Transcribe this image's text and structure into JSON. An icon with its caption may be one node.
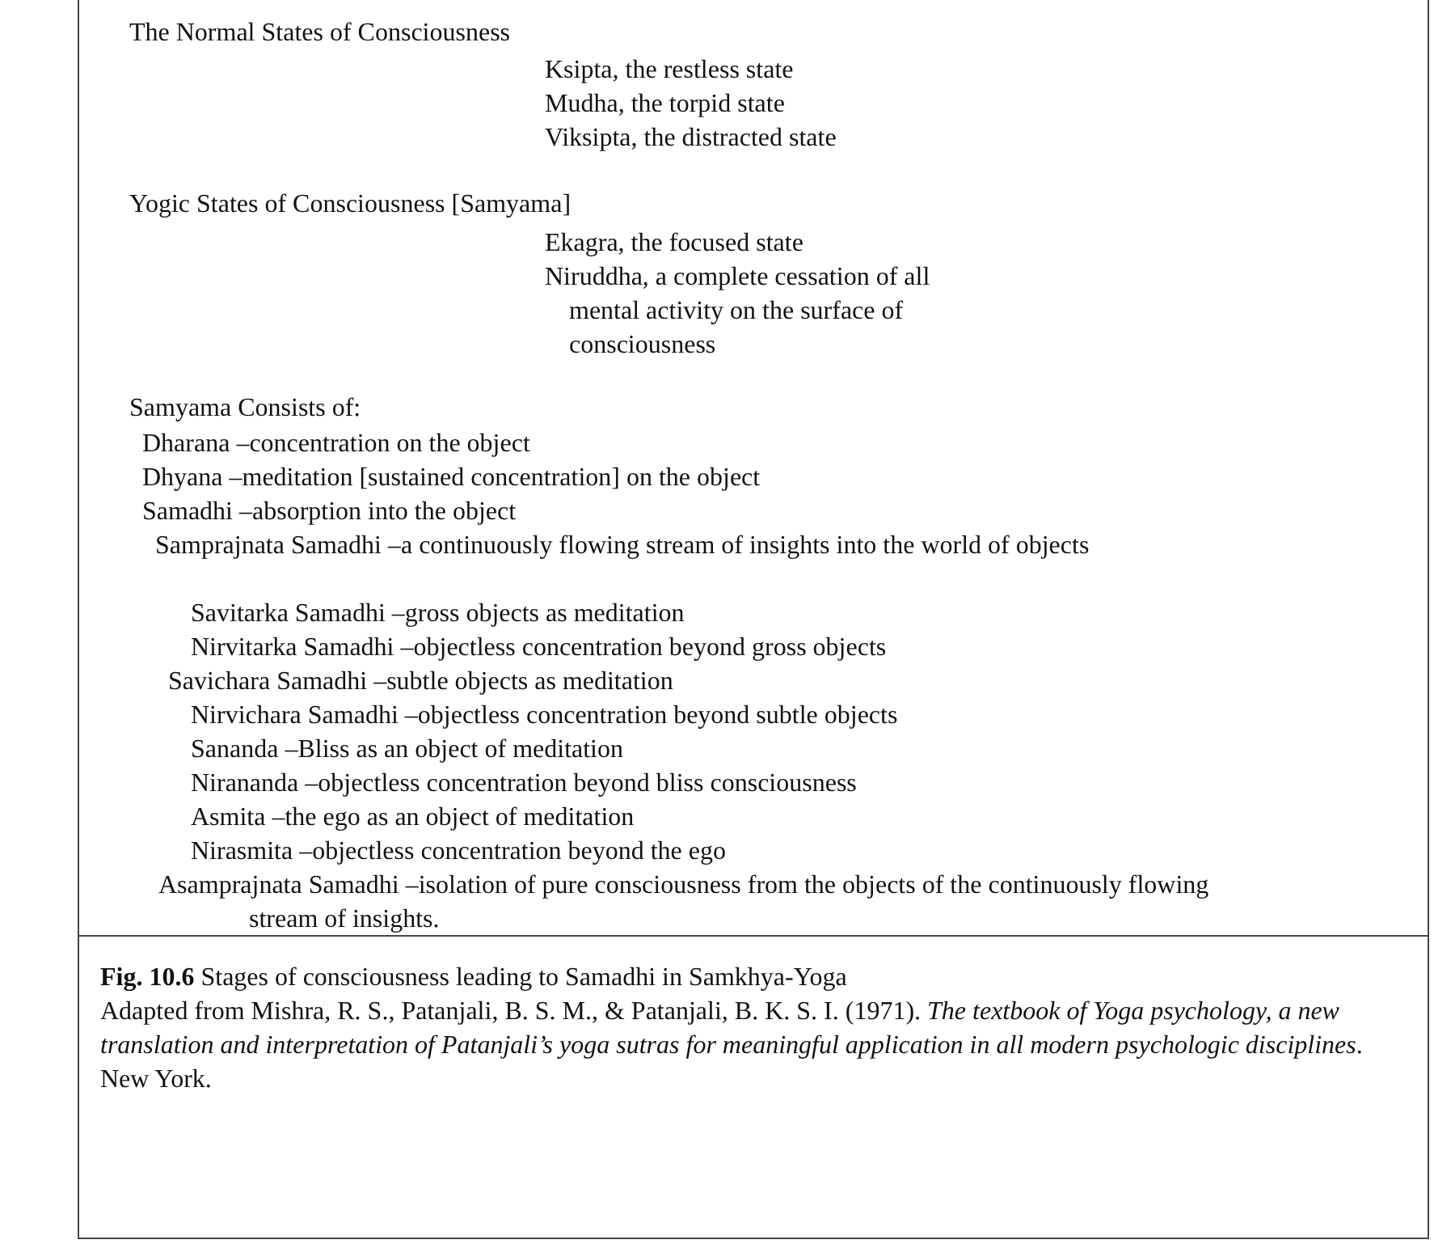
{
  "diagram": {
    "caption": "**Fig. 10.6** Stages of consciousness leading to Samadhi in Samkhya-Yoga",
    "labels": [
      "The Normal States of Consciousness",
      "Ksipta, the restless state",
      "Mudha, the torpid state",
      "Viksipta, the distracted state",
      "Yogic States of Consciousness [Samyama]",
      "Ekagra, the focused state",
      "Niruddha, a complete cessation of all mental activity on the surface of consciousness",
      "Samyama Consists of:",
      "Dharana –concentration on the object",
      "Dhyana –meditation [sustained concentration] on the object",
      "Samadhi –absorption into the object",
      "Samprajnata Samadhi –a continuously flowing stream of insights into the world of objects",
      "Savitarka Samadhi –gross objects as meditation",
      "Nirvitarka Samadhi –objectless concentration beyond gross objects",
      "Savichara Samadhi –subtle objects as meditation",
      "Nirvichara Samadhi –objectless concentration beyond subtle objects",
      "Sananda –Bliss as an object of meditation",
      "Nirananda –objectless concentration beyond bliss consciousness",
      "Asmita –the ego as an object of meditation",
      "Nirasmita –objectless concentration beyond the ego",
      "Asamprajnata Samadhi –isolation of pure consciousness from the objects of the continuously flowing stream of insights.",
      "Adapted from Mishra, R. S., Patanjali, B. S. M., & Patanjali, B. K. S. I. (1971). *The textbook of Yoga psychology, a new translation and interpretation of Patanjali’s yoga sutras for meaningful application in all modern psychologic disciplines*. New York."
    ]
  }
}
